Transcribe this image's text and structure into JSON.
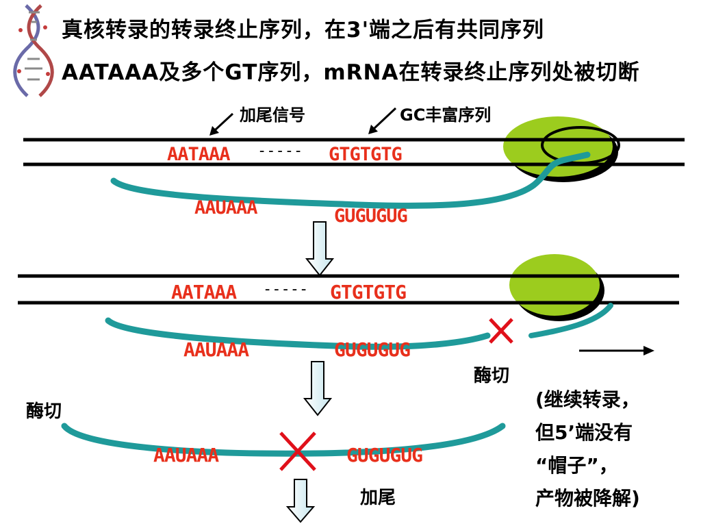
{
  "title": {
    "line1": "真核转录的转录终止序列，在3'端之后有共同序列",
    "line2": "AATAAA及多个GT序列，mRNA在转录终止序列处被切断"
  },
  "panel1": {
    "signal_label": "加尾信号",
    "gc_label": "GC丰富序列",
    "dna_seq1": "AATAAA",
    "dna_dash": "-----",
    "dna_seq2": "GTGTGTG",
    "rna_seq1": "AAUAAA",
    "rna_seq2": "GUGUGUG"
  },
  "panel2": {
    "dna_seq1": "AATAAA",
    "dna_dash": "-----",
    "dna_seq2": "GTGTGTG",
    "rna_seq1": "AAUAAA",
    "rna_seq2": "GUGUGUG",
    "cut_label": "酶切"
  },
  "panel3": {
    "cut_label": "酶切",
    "rna_seq1": "AAUAAA",
    "rna_seq2": "GUGUGUG",
    "tail_label": "加尾"
  },
  "note": {
    "line1": "(继续转录，",
    "line2": "但5’端没有",
    "line3": "“帽子”，",
    "line4": "产物被降解)"
  },
  "colors": {
    "rna": "#1f9a9a",
    "polymerase": "#9ccc1e",
    "sequence": "#e8301c",
    "cut_mark": "#e0101a"
  },
  "icons": [
    "dna-helix-icon",
    "down-arrow-icon",
    "cut-mark-icon",
    "right-arrow-icon"
  ]
}
